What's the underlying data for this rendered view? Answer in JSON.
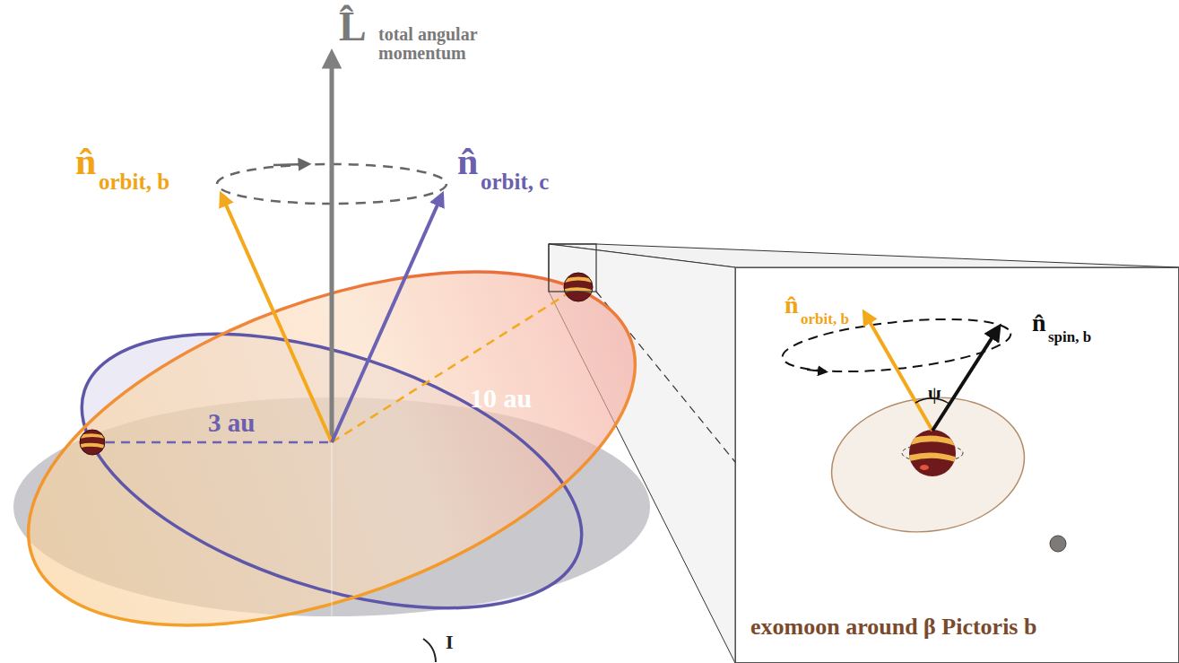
{
  "diagram": {
    "nodes": [
      {
        "text": [
          "n̂",
          "orbit, b",
          "n̂",
          "spin, b",
          "ψ",
          "exomoon around β Pictoris b"
        ]
      }
    ],
    "labels": [
      "L̂",
      "total angular momentum",
      "n̂",
      "orbit, b",
      "n̂",
      "orbit, c",
      "3 au",
      "10 au",
      "I"
    ]
  }
}
